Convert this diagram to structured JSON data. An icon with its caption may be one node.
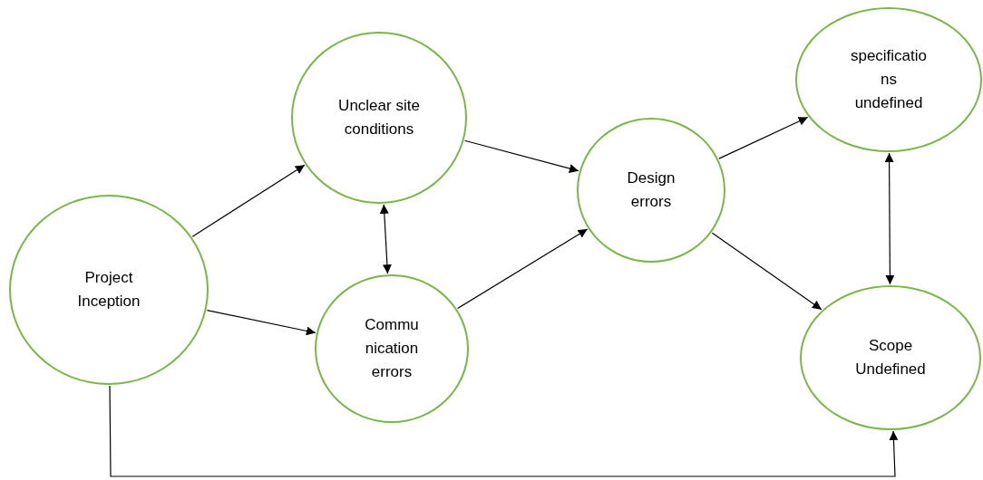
{
  "diagram": {
    "nodes": [
      {
        "text": [
          "Project Inception"
        ]
      },
      {
        "text": [
          "Unclear site conditions"
        ]
      },
      {
        "text": [
          "Commu nication errors"
        ]
      },
      {
        "text": [
          "Design errors"
        ]
      },
      {
        "text": [
          "specificatio ns undefined"
        ]
      },
      {
        "text": [
          "Scope Undefined"
        ]
      }
    ],
    "edges": [
      {
        "from": 0,
        "to": 1,
        "arrow": "to"
      },
      {
        "from": 0,
        "to": 2,
        "arrow": "to"
      },
      {
        "from": 1,
        "to": 2,
        "arrow": "both"
      },
      {
        "from": 1,
        "to": 3,
        "arrow": "to"
      },
      {
        "from": 2,
        "to": 3,
        "arrow": "to"
      },
      {
        "from": 3,
        "to": 4,
        "arrow": "to"
      },
      {
        "from": 3,
        "to": 5,
        "arrow": "to"
      },
      {
        "from": 4,
        "to": 5,
        "arrow": "both"
      },
      {
        "from": 0,
        "to": 5,
        "arrow": "to"
      }
    ]
  }
}
